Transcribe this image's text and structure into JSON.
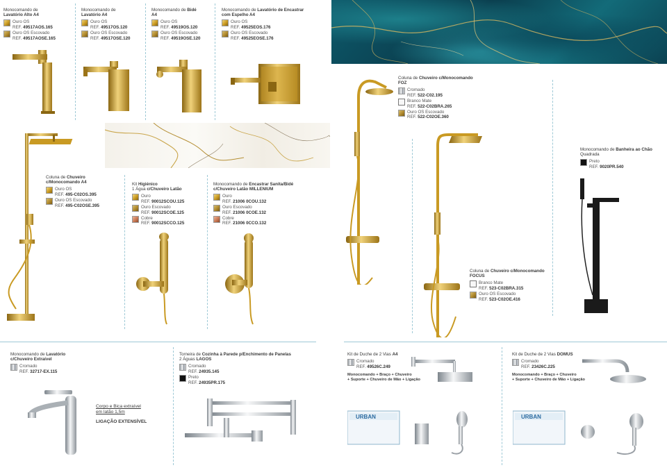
{
  "colors": {
    "gold": "#c99a23",
    "chrome": "#c8ccd0",
    "teal": "#0e5a6b",
    "divider": "#9ec9d6"
  },
  "p1": {
    "title1": "Monocomando de",
    "title2": "Lavatório Alto A4",
    "opts": [
      {
        "label": "Ouro OS",
        "ref_prefix": "REF. ",
        "ref": "49517AOS.165"
      },
      {
        "label": "Ouro OS Escovado",
        "ref_prefix": "REF. ",
        "ref": "49517AOSE.165"
      }
    ]
  },
  "p2": {
    "title1": "Monocomando de",
    "title2": "Lavatório A4",
    "opts": [
      {
        "label": "Ouro OS",
        "ref_prefix": "REF. ",
        "ref": "49517OS.120"
      },
      {
        "label": "Ouro OS Escovado",
        "ref_prefix": "REF. ",
        "ref": "49517OSE.120"
      }
    ]
  },
  "p3": {
    "title1a": "Monocomando de ",
    "title1b": "Bidé",
    "title2": "A4",
    "opts": [
      {
        "label": "Ouro OS",
        "ref_prefix": "REF. ",
        "ref": "49519OS.120"
      },
      {
        "label": "Ouro OS Escovado",
        "ref_prefix": "REF. ",
        "ref": "49519OSE.120"
      }
    ]
  },
  "p4": {
    "title1a": "Monocomando de ",
    "title1b": "Lavatório de Encastrar",
    "title2": "com Espelho A4",
    "opts": [
      {
        "label": "Ouro OS",
        "ref_prefix": "REF. ",
        "ref": "49525EOS.176"
      },
      {
        "label": "Ouro OS Escovado",
        "ref_prefix": "REF. ",
        "ref": "49525EOSE.176"
      }
    ]
  },
  "p5": {
    "title1a": "Coluna de ",
    "title1b": "Chuveiro",
    "title2": "c/Monocomando A4",
    "opts": [
      {
        "label": "Ouro OS",
        "ref_prefix": "REF. ",
        "ref": "495-C02OS.395"
      },
      {
        "label": "Ouro OS Escovado",
        "ref_prefix": "REF. ",
        "ref": "495-C02OSE.395"
      }
    ]
  },
  "p6": {
    "title1a": "Kit ",
    "title1b": "Higiénico",
    "title2a": "1 Água ",
    "title2b": "c/Chuveiro Latão",
    "opts": [
      {
        "label": "Ouro",
        "ref_prefix": "REF. ",
        "ref": "90012SCOU.125"
      },
      {
        "label": "Ouro Escovado",
        "ref_prefix": "REF. ",
        "ref": "90012SCOE.125"
      },
      {
        "label": "Cobre",
        "ref_prefix": "REF. ",
        "ref": "90012SCCO.125"
      }
    ]
  },
  "p7": {
    "title1a": "Monocomando de ",
    "title1b": "Encastrar Sanita/Bidé",
    "title2": "c/Chuveiro Latão MILLENIUM",
    "opts": [
      {
        "label": "Ouro",
        "ref_prefix": "REF. ",
        "ref": "21006 0COU.132"
      },
      {
        "label": "Ouro Escovado",
        "ref_prefix": "REF. ",
        "ref": "21006 0COE.132"
      },
      {
        "label": "Cobre",
        "ref_prefix": "REF. ",
        "ref": "21006 0CCO.132"
      }
    ]
  },
  "p8": {
    "title1a": "Coluna de ",
    "title1b": "Chuveiro c/Monocomando",
    "title2": "FOZ",
    "opts": [
      {
        "label": "Cromado",
        "ref_prefix": "REF. ",
        "ref": "522-C02.195"
      },
      {
        "label": "Branco Mate",
        "ref_prefix": "REF. ",
        "ref": "522-C02BRA.265"
      },
      {
        "label": "Ouro OS Escovado",
        "ref_prefix": "REF. ",
        "ref": "522-C02OE.360"
      }
    ]
  },
  "p9": {
    "title1a": "Coluna de ",
    "title1b": "Chuveiro c/Monocomando",
    "title2": "FOCUS",
    "opts": [
      {
        "label": "Branco Mate",
        "ref_prefix": "REF. ",
        "ref": "523-C02BRA.315"
      },
      {
        "label": "Ouro OS Escovado",
        "ref_prefix": "REF. ",
        "ref": "523-C02OE.416"
      }
    ]
  },
  "p10": {
    "title1a": "Monocomando de ",
    "title1b": "Banheira ao Chão",
    "title2": "Quadrada",
    "opts": [
      {
        "label": "Preto",
        "ref_prefix": "REF. ",
        "ref": "9020PR.540"
      }
    ]
  },
  "p11": {
    "title1a": "Monocomando de ",
    "title1b": "Lavatório",
    "title2": "c/Chuveiro Extraível",
    "opts": [
      {
        "label": "Cromado",
        "ref_prefix": "REF. ",
        "ref": "32717-EX.115"
      }
    ],
    "note1": "Corpo e Bica extraível",
    "note2": "em latão 1,5m",
    "note3": "LIGAÇÃO EXTENSÍVEL"
  },
  "p12": {
    "title1a": "Torneira de ",
    "title1b": "Cozinha à Parede p/Enchimento de Panelas",
    "title2a": "2 Águas ",
    "title2b": "LAGOS",
    "opts": [
      {
        "label": "Cromado",
        "ref_prefix": "REF. ",
        "ref": "24935.145"
      },
      {
        "label": "Preto",
        "ref_prefix": "REF. ",
        "ref": "24935PR.175"
      }
    ]
  },
  "p13": {
    "title1a": "Kit de Duche de 2 Vias ",
    "title1b": "A4",
    "opts": [
      {
        "label": "Cromado",
        "ref_prefix": "REF. ",
        "ref": "49526C.249"
      }
    ],
    "desc1": "Monocomando + Braço + Chuveiro",
    "desc2": "+ Suporte + Chuveiro de Mão + Ligação",
    "box_brand": "URBAN"
  },
  "p14": {
    "title1a": "Kit de Duche de 2 Vias ",
    "title1b": "DOMUS",
    "opts": [
      {
        "label": "Cromado",
        "ref_prefix": "REF. ",
        "ref": "23426C.225"
      }
    ],
    "desc1": "Monocomando + Braço + Chuveiro",
    "desc2": "+ Suporte + Chuveiro de Mão + Ligação",
    "box_brand": "URBAN"
  }
}
